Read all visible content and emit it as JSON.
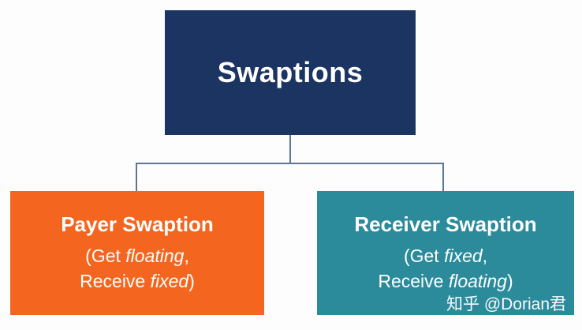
{
  "diagram": {
    "root": {
      "title": "Swaptions"
    },
    "children": [
      {
        "id": "payer-swaption",
        "title": "Payer Swaption",
        "line2": {
          "prefix": "(Get ",
          "italic": "floating",
          "suffix": ","
        },
        "line3": {
          "prefix": "Receive ",
          "italic": "fixed",
          "suffix": ")"
        }
      },
      {
        "id": "receiver-swaption",
        "title": "Receiver Swaption",
        "line2": {
          "prefix": "(Get ",
          "italic": "fixed",
          "suffix": ","
        },
        "line3": {
          "prefix": "Receive ",
          "italic": "floating",
          "suffix": ")"
        }
      }
    ]
  },
  "watermark": {
    "text": "知乎 @Dorian君"
  },
  "colors": {
    "background": "#fdfdfd",
    "root_box": "#1c3461",
    "payer_box": "#f4661f",
    "receiver_box": "#2b8b9b",
    "connector": "#5d7694",
    "box_text": "#ffffff"
  }
}
